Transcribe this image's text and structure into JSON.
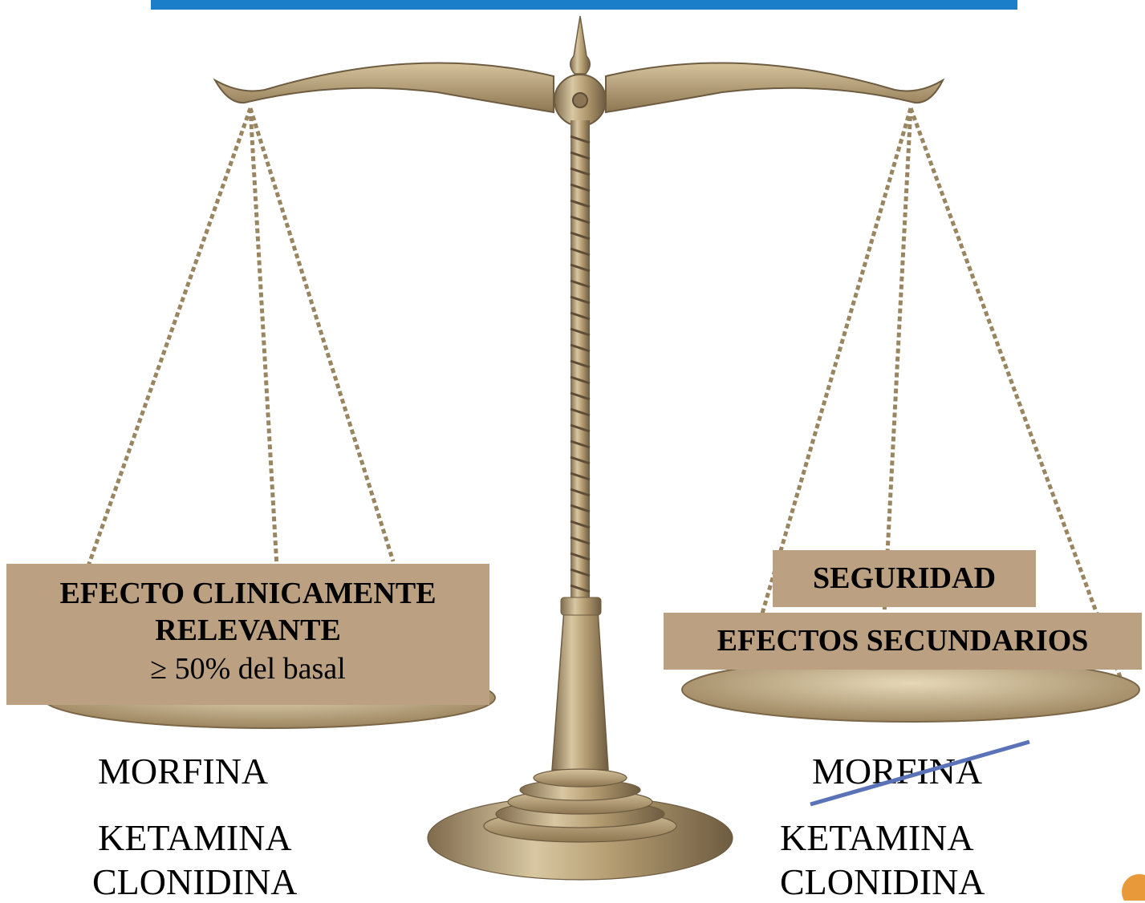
{
  "left_pan": {
    "line1": "EFECTO CLINICAMENTE",
    "line2": "RELEVANTE",
    "line3": "≥ 50% del basal"
  },
  "right_pan": {
    "label1": "SEGURIDAD",
    "label2": "EFECTOS SECUNDARIOS"
  },
  "left_drugs": [
    "MORFINA",
    "KETAMINA",
    "CLONIDINA"
  ],
  "right_drugs": [
    "MORFINA",
    "KETAMINA",
    "CLONIDINA"
  ],
  "colors": {
    "label_bg": "#bba181",
    "brass": "#b59d72",
    "title_blue": "#1a7fc8",
    "strike_line": "#5a72b8"
  }
}
